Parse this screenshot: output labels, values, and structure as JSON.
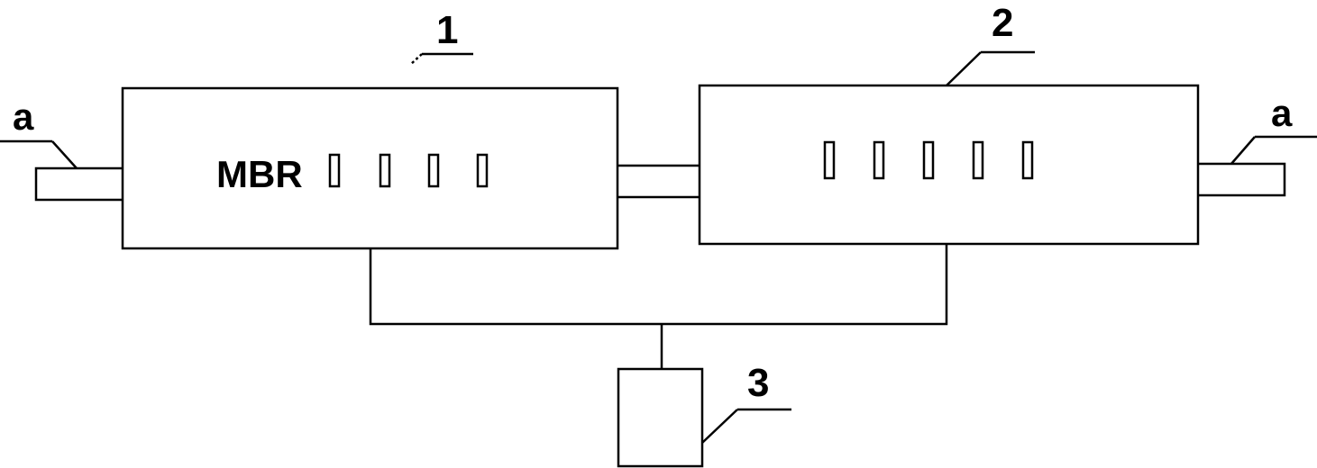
{
  "diagram": {
    "unit1": {
      "number": "1",
      "text": "MBR"
    },
    "unit2": {
      "number": "2"
    },
    "unit3": {
      "number": "3"
    },
    "inlet": {
      "letter": "a"
    },
    "outlet": {
      "letter": "a"
    }
  }
}
